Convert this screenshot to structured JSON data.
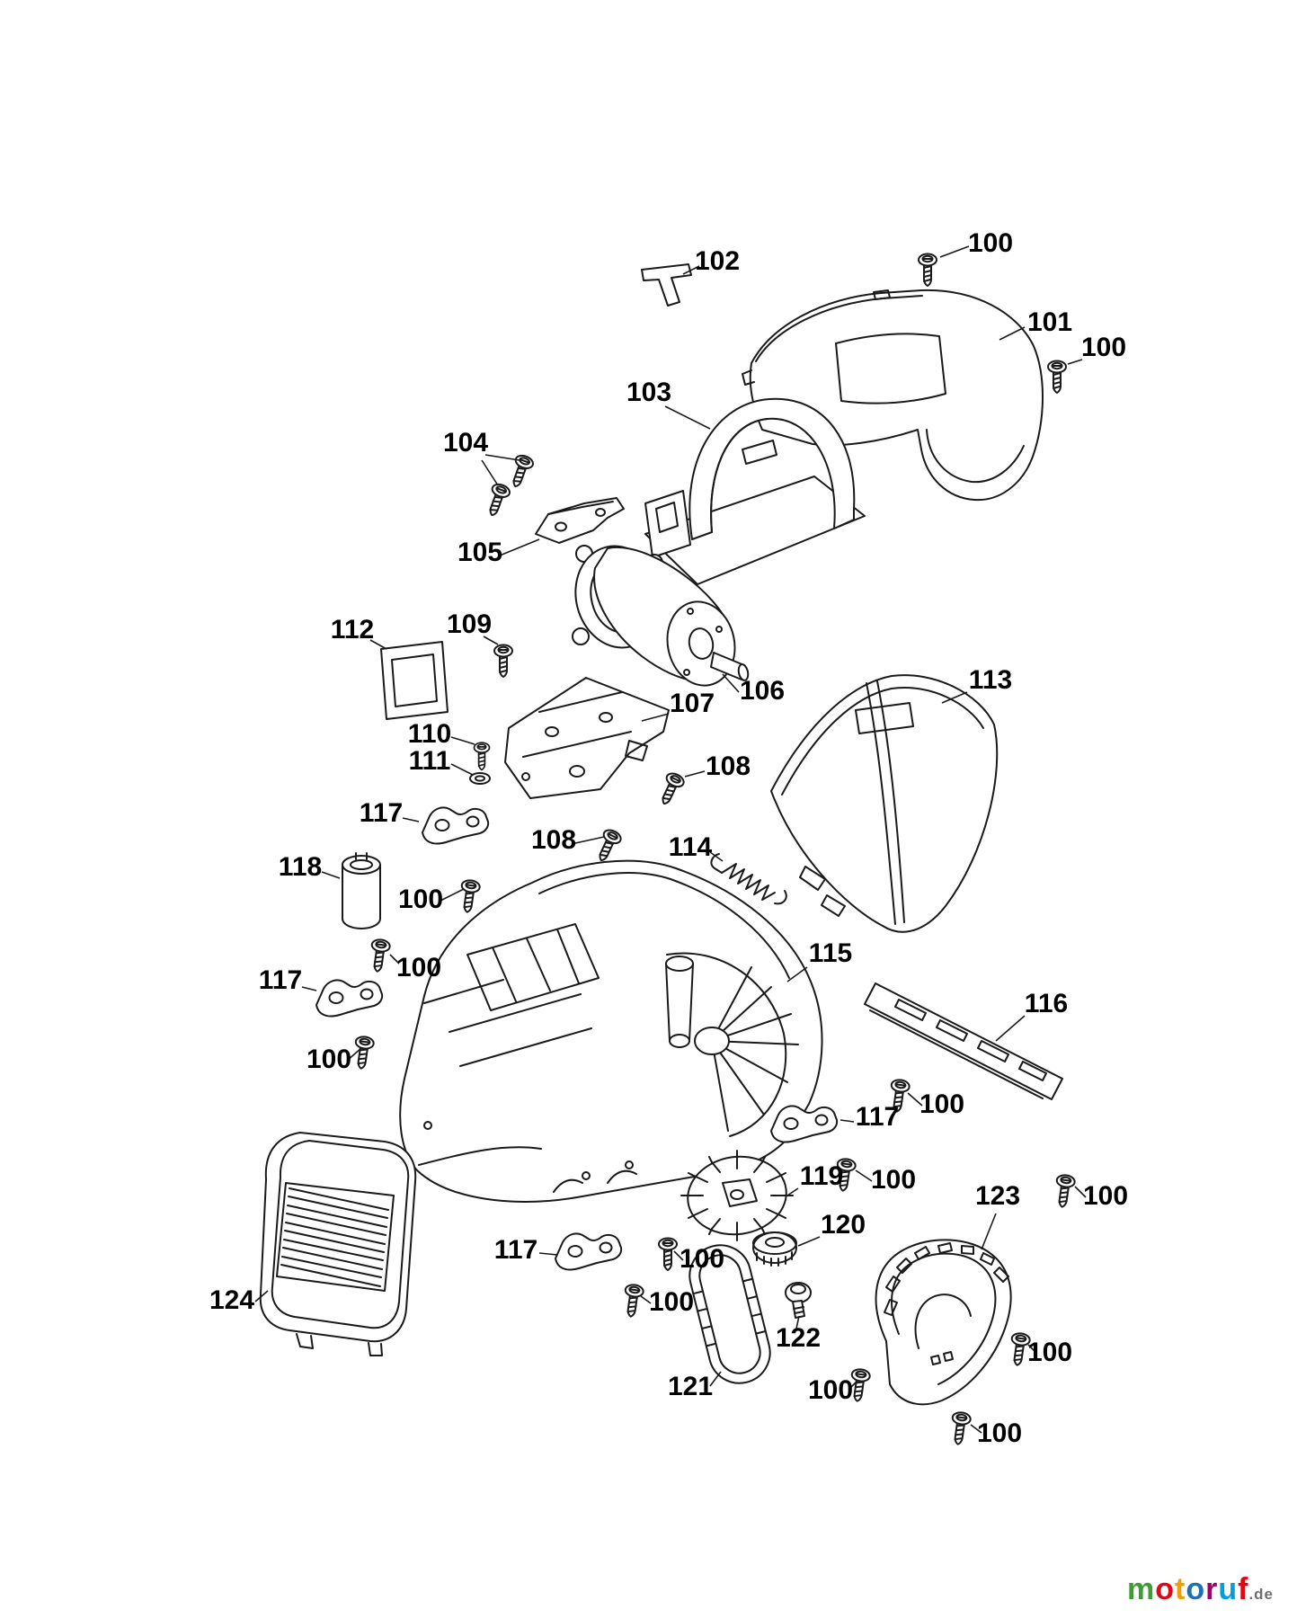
{
  "page": {
    "background": "#ffffff",
    "line_color": "#1a1a1a",
    "label_color": "#000000"
  },
  "parts": {
    "p100": "100",
    "p101": "101",
    "p102": "102",
    "p103": "103",
    "p104": "104",
    "p105": "105",
    "p106": "106",
    "p107": "107",
    "p108": "108",
    "p109": "109",
    "p110": "110",
    "p111": "111",
    "p112": "112",
    "p113": "113",
    "p114": "114",
    "p115": "115",
    "p116": "116",
    "p117": "117",
    "p118": "118",
    "p119": "119",
    "p120": "120",
    "p121": "121",
    "p122": "122",
    "p123": "123",
    "p124": "124"
  },
  "watermark": {
    "letters": [
      "m",
      "o",
      "t",
      "o",
      "r",
      "u",
      "f"
    ],
    "colors": [
      "#3f9c35",
      "#e30613",
      "#f59c00",
      "#1d70b7",
      "#a1006b",
      "#009fe3",
      "#e30613"
    ],
    "suffix": ".de",
    "suffix_color": "#706f6f"
  }
}
